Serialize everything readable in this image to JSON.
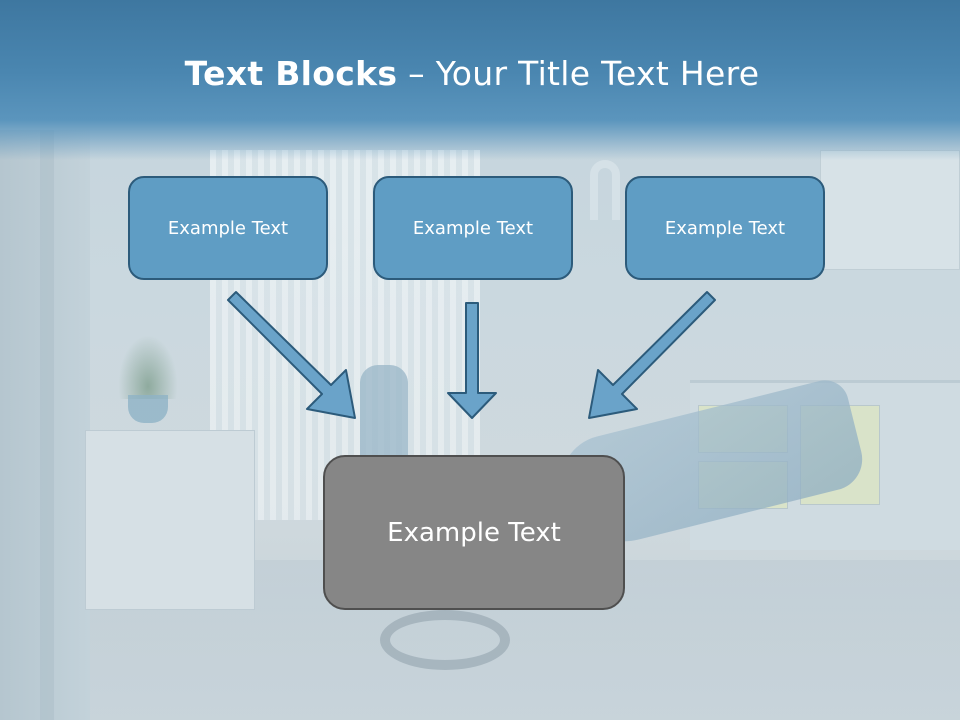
{
  "slide": {
    "title_bold": "Text Blocks",
    "title_rest": " – Your Title Text Here"
  },
  "blocks": [
    {
      "label": "Example Text"
    },
    {
      "label": "Example Text"
    },
    {
      "label": "Example Text"
    }
  ],
  "center_block": {
    "label": "Example Text"
  },
  "colors": {
    "header": "#4a86b0",
    "block_fill": "#5f9dc4",
    "block_border": "#2c5b7b",
    "center_fill": "#868686",
    "arrow_fill": "#6aa3c9"
  }
}
